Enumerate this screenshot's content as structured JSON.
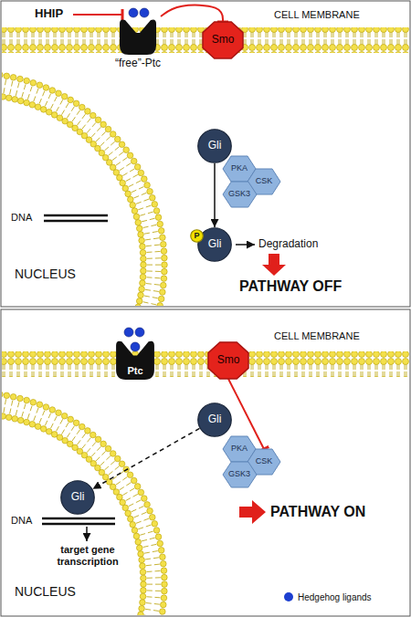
{
  "diagram": {
    "nodes": [
      {
        "text": [
          "“free”-Ptc"
        ]
      },
      {
        "text": [
          "Smo"
        ]
      },
      {
        "text": [
          "Gli"
        ]
      },
      {
        "text": [
          "PKA"
        ]
      },
      {
        "text": [
          "CSK"
        ]
      },
      {
        "text": [
          "GSK3"
        ]
      },
      {
        "text": [
          "Gli"
        ]
      },
      {
        "text": [
          "P"
        ],
        "in": 6
      },
      {
        "text": [
          "Ptc"
        ]
      },
      {
        "text": [
          "Smo"
        ]
      },
      {
        "text": [
          "Gli"
        ]
      },
      {
        "text": [
          "PKA"
        ]
      },
      {
        "text": [
          "CSK"
        ]
      },
      {
        "text": [
          "GSK3"
        ]
      },
      {
        "text": [
          "Gli"
        ]
      }
    ],
    "edges": [
      {
        "from": 0,
        "to": 1,
        "arrow": "to"
      },
      {
        "from": 2,
        "to": 6,
        "arrow": "to"
      },
      {
        "from": 9,
        "to": 12,
        "arrow": "to"
      },
      {
        "from": 10,
        "to": 14,
        "arrow": "to"
      }
    ],
    "labels": [
      "HHIP",
      "CELL MEMBRANE",
      "DNA",
      "NUCLEUS",
      "Degradation",
      "PATHWAY OFF",
      "CELL MEMBRANE",
      "DNA",
      "target gene transcription",
      "NUCLEUS",
      "PATHWAY ON"
    ],
    "legend": [
      {
        "text": "Hedgehog ligands",
        "color": "#1c3fd0"
      }
    ]
  }
}
